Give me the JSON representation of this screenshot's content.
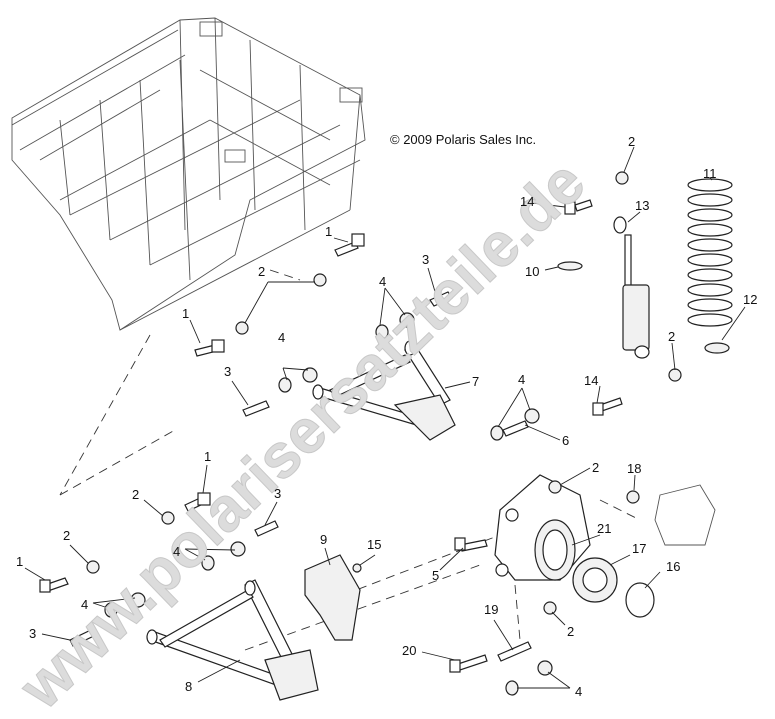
{
  "copyright": "© 2009 Polaris Sales Inc.",
  "watermark": "www.polarisersatzteile.de",
  "callouts": [
    {
      "n": "1"
    },
    {
      "n": "2"
    },
    {
      "n": "1"
    },
    {
      "n": "3"
    },
    {
      "n": "4"
    },
    {
      "n": "4"
    },
    {
      "n": "3"
    },
    {
      "n": "7"
    },
    {
      "n": "4"
    },
    {
      "n": "6"
    },
    {
      "n": "2"
    },
    {
      "n": "18"
    },
    {
      "n": "1"
    },
    {
      "n": "2"
    },
    {
      "n": "3"
    },
    {
      "n": "4"
    },
    {
      "n": "2"
    },
    {
      "n": "1"
    },
    {
      "n": "4"
    },
    {
      "n": "3"
    },
    {
      "n": "9"
    },
    {
      "n": "15"
    },
    {
      "n": "21"
    },
    {
      "n": "5"
    },
    {
      "n": "17"
    },
    {
      "n": "16"
    },
    {
      "n": "19"
    },
    {
      "n": "2"
    },
    {
      "n": "20"
    },
    {
      "n": "8"
    },
    {
      "n": "4"
    },
    {
      "n": "14"
    },
    {
      "n": "2"
    },
    {
      "n": "13"
    },
    {
      "n": "11"
    },
    {
      "n": "10"
    },
    {
      "n": "12"
    },
    {
      "n": "2"
    },
    {
      "n": "14"
    }
  ]
}
